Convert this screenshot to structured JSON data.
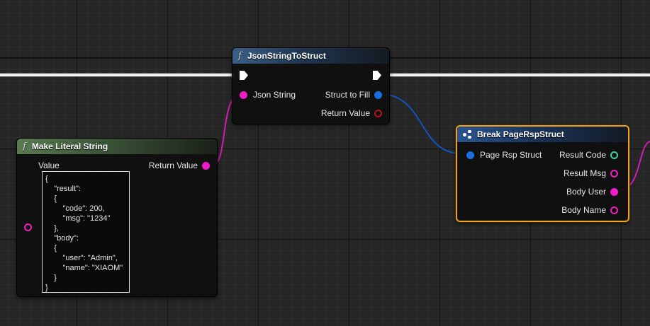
{
  "nodes": {
    "json_to_struct": {
      "title": "JsonStringToStruct",
      "inputs": {
        "json_string": "Json String"
      },
      "outputs": {
        "struct_to_fill": "Struct to Fill",
        "return_value": "Return Value"
      }
    },
    "make_literal": {
      "title": "Make Literal String",
      "input_label": "Value",
      "output_label": "Return Value",
      "value_text": "{\n    \"result\":\n    {\n        \"code\": 200,\n        \"msg\": \"1234\"\n    },\n    \"body\":\n    {\n        \"user\": \"Admin\",\n        \"name\": \"XIAOM\"\n    }\n}"
    },
    "break_struct": {
      "title": "Break PageRspStruct",
      "input_label": "Page Rsp Struct",
      "outputs": {
        "result_code": "Result Code",
        "result_msg": "Result Msg",
        "body_user": "Body User",
        "body_name": "Body Name"
      }
    }
  },
  "colors": {
    "string_pin": "#f01cc6",
    "struct_pin": "#1a6fe0",
    "int_pin": "#3ad2a8",
    "bool_pin": "#b8141c",
    "selection": "#f0a020",
    "exec_wire": "#f2f2f2"
  },
  "icons": {
    "function": "function-icon",
    "break": "break-struct-icon",
    "exec": "exec-pin-icon"
  }
}
